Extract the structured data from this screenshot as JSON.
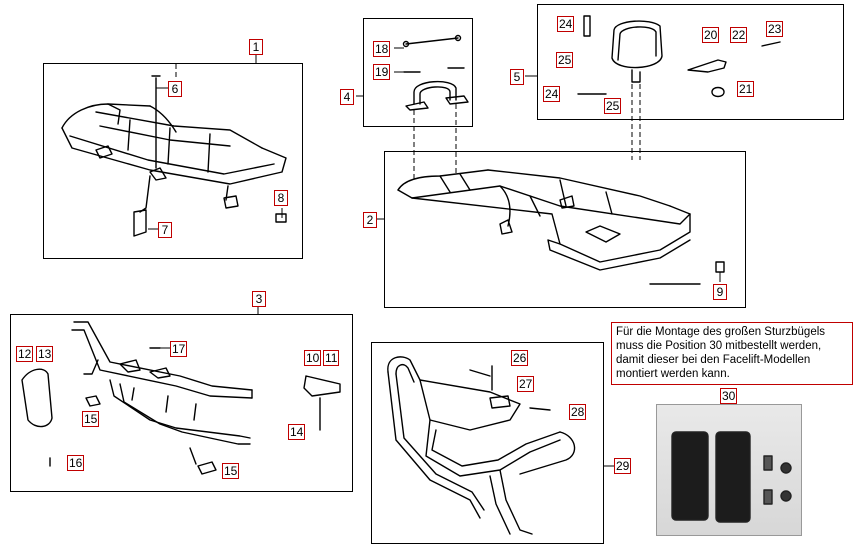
{
  "labels": {
    "l1": "1",
    "l2": "2",
    "l3": "3",
    "l4": "4",
    "l5": "5",
    "l6": "6",
    "l7": "7",
    "l8": "8",
    "l9": "9",
    "l10": "10",
    "l11": "11",
    "l12": "12",
    "l13": "13",
    "l14": "14",
    "l15a": "15",
    "l15b": "15",
    "l16": "16",
    "l17": "17",
    "l18": "18",
    "l19": "19",
    "l20": "20",
    "l21": "21",
    "l22": "22",
    "l23": "23",
    "l24a": "24",
    "l24b": "24",
    "l25a": "25",
    "l25b": "25",
    "l26": "26",
    "l27": "27",
    "l28": "28",
    "l29": "29",
    "l30": "30"
  },
  "note": {
    "line1": "Für die Montage des großen Sturzbügels",
    "line2": "muss die Position 30 mitbestellt werden,",
    "line3": "damit dieser bei den Facelift-Modellen",
    "line4": "montiert werden kann."
  },
  "colors": {
    "label_border": "#c00000",
    "line": "#000000"
  }
}
